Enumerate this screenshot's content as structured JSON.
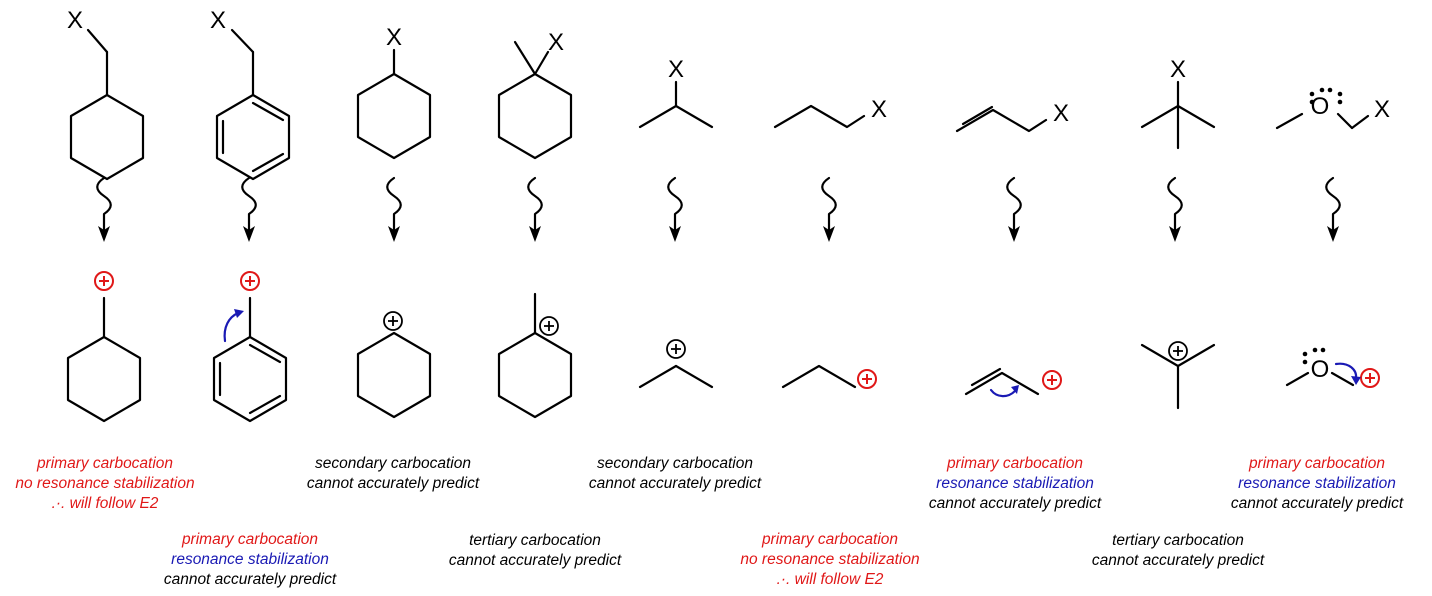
{
  "substituent_label": "X",
  "oxygen_label": "O",
  "therefore_symbol": ".·.",
  "colors": {
    "primary_text": "#e01818",
    "resonance_text": "#1a1ab4",
    "default_text": "#000000",
    "cation_red": "#e01818",
    "arrow_blue": "#1a1ab4"
  },
  "labels": {
    "col1": [
      "primary carbocation",
      "no resonance stabilization",
      ".·. will follow E2"
    ],
    "col2": [
      "primary carbocation",
      "resonance stabilization",
      "cannot accurately predict"
    ],
    "col3": [
      "secondary carbocation",
      "cannot accurately predict"
    ],
    "col4": [
      "tertiary carbocation",
      "cannot accurately predict"
    ],
    "col5": [
      "secondary carbocation",
      "cannot accurately predict"
    ],
    "col6": [
      "primary carbocation",
      "no resonance stabilization",
      ".·. will follow E2"
    ],
    "col7": [
      "primary carbocation",
      "resonance stabilization",
      "cannot accurately predict"
    ],
    "col8": [
      "tertiary carbocation",
      "cannot accurately predict"
    ],
    "col9": [
      "primary carbocation",
      "resonance stabilization",
      "cannot accurately predict"
    ]
  }
}
